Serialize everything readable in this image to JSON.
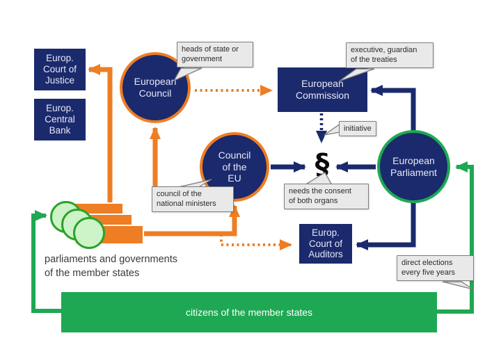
{
  "title": "EU institutions diagram",
  "nodes": {
    "court_justice": "Europ.\nCourt of\nJustice",
    "central_bank": "Europ.\nCentral\nBank",
    "european_council": "European\nCouncil",
    "council_eu": "Council\nof the\nEU",
    "commission": "European\nCommission",
    "parliament": "European\nParliament",
    "court_auditors": "Europ.\nCourt of\nAuditors",
    "law_symbol": "§",
    "citizens_bar": "citizens of the member states",
    "parliaments_governments": "parliaments and governments\nof the member states"
  },
  "annotations": {
    "heads": "heads of state or\ngovernment",
    "executive": "executive, guardian\nof the treaties",
    "initiative": "initiative",
    "consent": "needs the consent\nof both organs",
    "ministers": "council of the\nnational ministers",
    "elections": "direct elections\nevery five years"
  },
  "colors": {
    "navy": "#1a2a6c",
    "orange": "#ee7d23",
    "green": "#1ea853",
    "light_green_fill": "#cdf4c8",
    "circle_border_green": "#2aa32a",
    "tooltip_bg": "#e9e9e9",
    "tooltip_border": "#7c7c7c"
  }
}
